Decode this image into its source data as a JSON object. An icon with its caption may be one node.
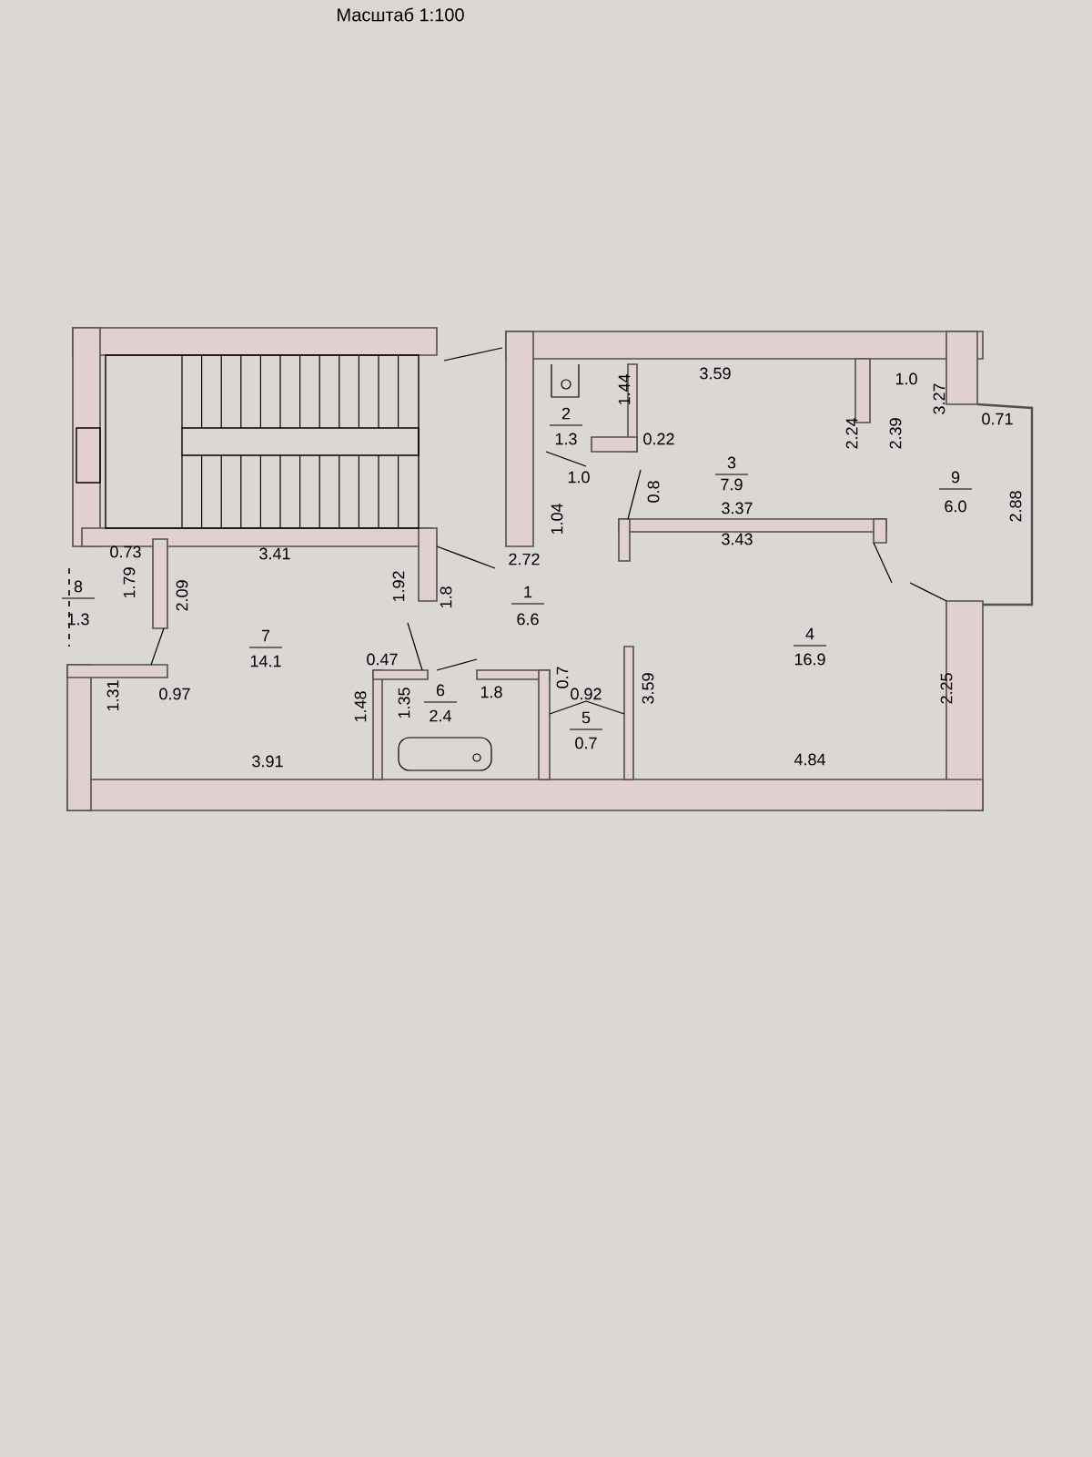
{
  "diagram": {
    "title": "Масштаб 1:100",
    "labels": [
      "3.59",
      "1.0",
      "1.44",
      "2.24",
      "2.39",
      "3.27",
      "0.71",
      "2",
      "1.3",
      "0.22",
      "3",
      "7.9",
      "1.0",
      "9",
      "6.0",
      "0.8",
      "1.04",
      "3.37",
      "2.88",
      "3.43",
      "0.73",
      "3.41",
      "2.72",
      "1.92",
      "1.8",
      "1.79",
      "2.09",
      "8",
      "1.3",
      "1",
      "6.6",
      "4",
      "16.9",
      "7",
      "14.1",
      "0.47",
      "1.31",
      "0.97",
      "1.48",
      "1.35",
      "6",
      "1.8",
      "0.7",
      "0.92",
      "3.59",
      "2.25",
      "2.4",
      "5",
      "0.7",
      "3.91",
      "4.84"
    ]
  }
}
